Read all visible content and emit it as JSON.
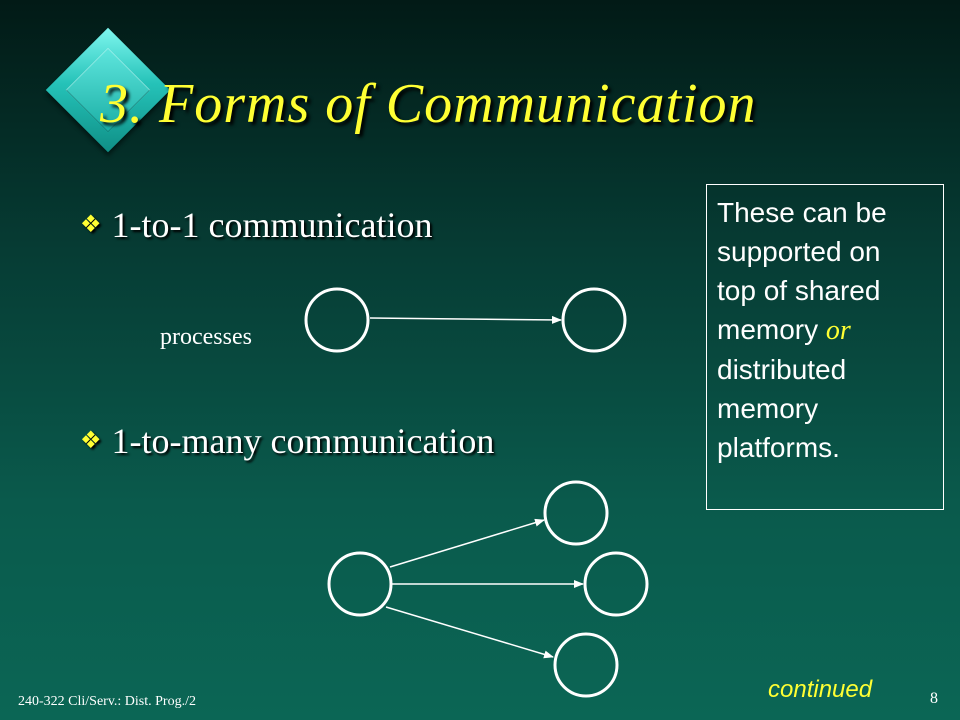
{
  "slide": {
    "title": "3. Forms of Communication",
    "bullet_mark": "❖",
    "bullets": [
      "1-to-1 communication",
      "1-to-many communication"
    ],
    "processes_label": "processes",
    "note": {
      "line1": "These can be",
      "line2": "supported on",
      "line3": "top of shared",
      "line4_pre": "memory ",
      "line4_em": "or",
      "line5": "distributed",
      "line6": "memory",
      "line7": "platforms."
    },
    "continued": "continued",
    "footer": "240-322 Cli/Serv.: Dist. Prog./2",
    "page_number": "8"
  }
}
